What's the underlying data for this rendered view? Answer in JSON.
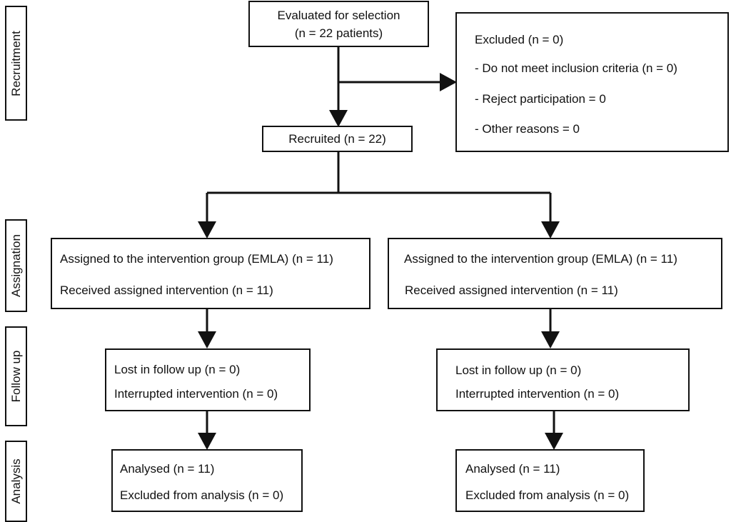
{
  "stages": {
    "recruitment": "Recruitment",
    "assignation": "Assignation",
    "follow_up": "Follow up",
    "analysis": "Analysis"
  },
  "evaluated": {
    "line1": "Evaluated for selection",
    "line2": "(n = 22 patients)"
  },
  "excluded": {
    "title": "Excluded (n = 0)",
    "reason1": "- Do not meet inclusion criteria (n = 0)",
    "reason2": "- Reject participation = 0",
    "reason3": "- Other reasons = 0"
  },
  "recruited": {
    "label": "Recruited (n = 22)"
  },
  "left": {
    "assigned": "Assigned to the intervention group (EMLA) (n = 11)",
    "received": "Received assigned intervention (n = 11)",
    "lost": "Lost in follow up (n = 0)",
    "interrupted": "Interrupted intervention (n = 0)",
    "analysed": "Analysed (n = 11)",
    "excluded_analysis": "Excluded from analysis  (n = 0)"
  },
  "right": {
    "assigned": "Assigned to the intervention group (EMLA) (n = 11)",
    "received": "Received assigned intervention (n = 11)",
    "lost": "Lost in follow up (n = 0)",
    "interrupted": "Interrupted intervention (n = 0)",
    "analysed": "Analysed (n = 11)",
    "excluded_analysis": "Excluded from analysis  (n = 0)"
  }
}
